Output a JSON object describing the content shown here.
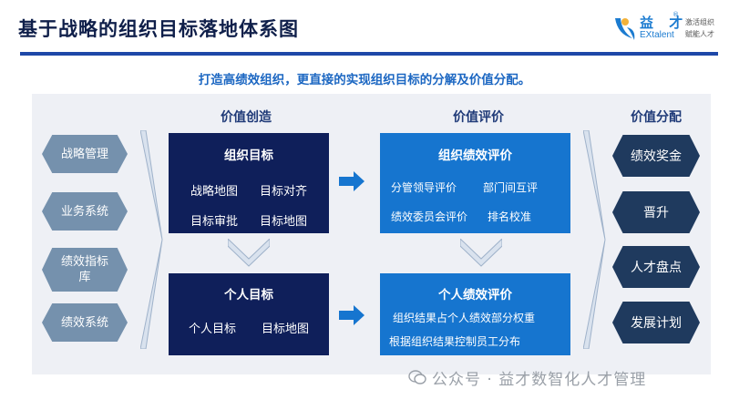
{
  "title": "基于战略的组织目标落地体系图",
  "logo": {
    "cn": "益 才",
    "reg": "®",
    "en": "EXtalent",
    "tag1": "激活组织",
    "tag2": "赋能人才"
  },
  "subtitle": "打造高绩效组织，更直接的实现组织目标的分解及价值分配。",
  "columns": {
    "create": "价值创造",
    "evaluate": "价值评价",
    "distribute": "价值分配"
  },
  "left_items": [
    "战略管理",
    "业务系统",
    "绩效指标\n库",
    "绩效系统"
  ],
  "right_items": [
    "绩效奖金",
    "晋升",
    "人才盘点",
    "发展计划"
  ],
  "org_goal": {
    "title": "组织目标",
    "items": [
      "战略地图",
      "目标对齐",
      "目标审批",
      "目标地图"
    ]
  },
  "personal_goal": {
    "title": "个人目标",
    "items": [
      "个人目标",
      "目标地图"
    ]
  },
  "org_eval": {
    "title": "组织绩效评价",
    "items": [
      "分管领导评价",
      "部门间互评",
      "绩效委员会评价",
      "排名校准"
    ]
  },
  "personal_eval": {
    "title": "个人绩效评价",
    "items": [
      "组织结果占个人绩效部分权重",
      "根据组织结果控制员工分布"
    ]
  },
  "watermark": "公众号 · 益才数智化人才管理",
  "colors": {
    "navy": "#0f1f5a",
    "blue": "#1675cf",
    "hex_left": "#7591ad",
    "hex_right": "#1f3a5e",
    "rule": "#1e48a8"
  }
}
